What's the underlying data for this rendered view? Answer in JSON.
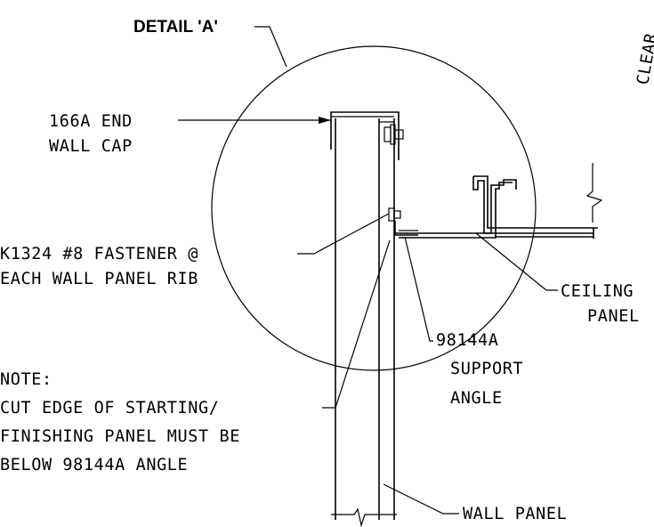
{
  "detail_title": "DETAIL 'A'",
  "clear_label": "CLEAR",
  "labels": {
    "end_wall_cap": [
      "166A END",
      "WALL CAP"
    ],
    "fastener": [
      "K1324 #8 FASTENER @",
      "EACH WALL PANEL RIB"
    ],
    "ceiling_panel": [
      "CEILING",
      "PANEL"
    ],
    "support_angle": [
      "98144A",
      "SUPPORT",
      "ANGLE"
    ],
    "note": [
      "NOTE:",
      "CUT EDGE OF STARTING/",
      "FINISHING PANEL MUST BE",
      "BELOW 98144A ANGLE"
    ],
    "wall_panel": "WALL PANEL"
  }
}
